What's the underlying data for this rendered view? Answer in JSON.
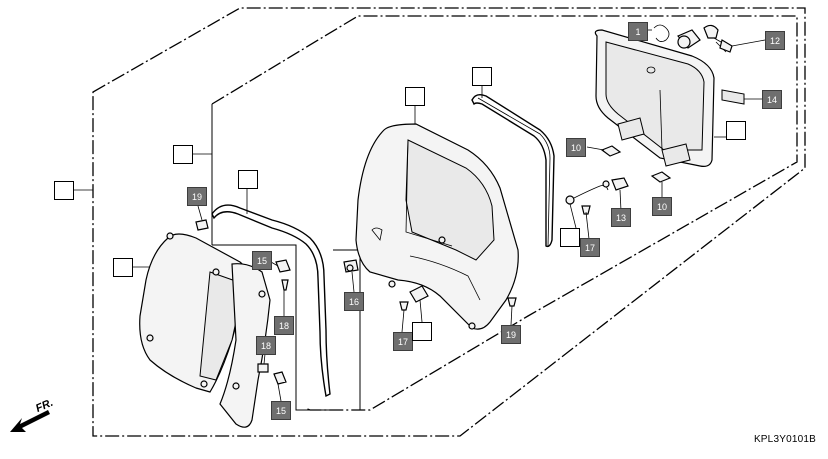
{
  "diagram": {
    "code": "KPL3Y0101B",
    "front_label": "FR.",
    "colors": {
      "line": "#000000",
      "callout_fill": "#6f6f6f",
      "callout_text": "#ffffff",
      "part_fill": "#f4f4f4"
    }
  },
  "callouts": [
    {
      "id": "c1",
      "label": "1",
      "filled": true
    },
    {
      "id": "c12",
      "label": "12",
      "filled": true
    },
    {
      "id": "c14",
      "label": "14",
      "filled": true
    },
    {
      "id": "c10a",
      "label": "10",
      "filled": true
    },
    {
      "id": "c10b",
      "label": "10",
      "filled": true
    },
    {
      "id": "c13",
      "label": "13",
      "filled": true
    },
    {
      "id": "c17a",
      "label": "17",
      "filled": true
    },
    {
      "id": "c19a",
      "label": "19",
      "filled": true
    },
    {
      "id": "c15a",
      "label": "15",
      "filled": true
    },
    {
      "id": "c16",
      "label": "16",
      "filled": true
    },
    {
      "id": "c18a",
      "label": "18",
      "filled": true
    },
    {
      "id": "c18b",
      "label": "18",
      "filled": true
    },
    {
      "id": "c15b",
      "label": "15",
      "filled": true
    },
    {
      "id": "c17b",
      "label": "17",
      "filled": true
    },
    {
      "id": "c19b",
      "label": "19",
      "filled": true
    },
    {
      "id": "e1",
      "label": "",
      "filled": false
    },
    {
      "id": "e2",
      "label": "",
      "filled": false
    },
    {
      "id": "e3",
      "label": "",
      "filled": false
    },
    {
      "id": "e4",
      "label": "",
      "filled": false
    },
    {
      "id": "e5",
      "label": "",
      "filled": false
    },
    {
      "id": "e6",
      "label": "",
      "filled": false
    },
    {
      "id": "e7",
      "label": "",
      "filled": false
    },
    {
      "id": "e8",
      "label": "",
      "filled": false
    },
    {
      "id": "e9",
      "label": "",
      "filled": false
    }
  ]
}
